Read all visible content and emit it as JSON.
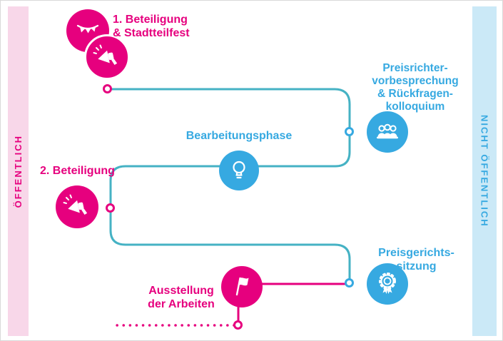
{
  "colors": {
    "pink": "#e6007e",
    "blue": "#36a9e1",
    "teal_line": "#45b2c4",
    "band_pink_bg": "#f8d7e9",
    "band_blue_bg": "#cbe9f7"
  },
  "bands": {
    "left": {
      "label": "ÖFFENTLICH"
    },
    "right": {
      "label": "NICHT ÖFFENTLICH"
    }
  },
  "steps": {
    "beteiligung1": {
      "label": "1. Beteiligung\n& Stadtteilfest",
      "icons": [
        "bunting-icon",
        "megaphone-icon"
      ]
    },
    "preisrichter": {
      "label": "Preisrichter-\nvorbesprechung\n& Rückfragen-\nkolloquium",
      "icon": "committee-icon"
    },
    "bearbeitungsphase": {
      "label": "Bearbeitungsphase",
      "icon": "lightbulb-icon"
    },
    "beteiligung2": {
      "label": "2. Beteiligung",
      "icon": "megaphone-icon"
    },
    "preisgericht": {
      "label": "Preisgerichts-\nsitzung",
      "icon": "medal-icon"
    },
    "ausstellung": {
      "label": "Ausstellung\nder Arbeiten",
      "icon": "flag-icon"
    }
  }
}
